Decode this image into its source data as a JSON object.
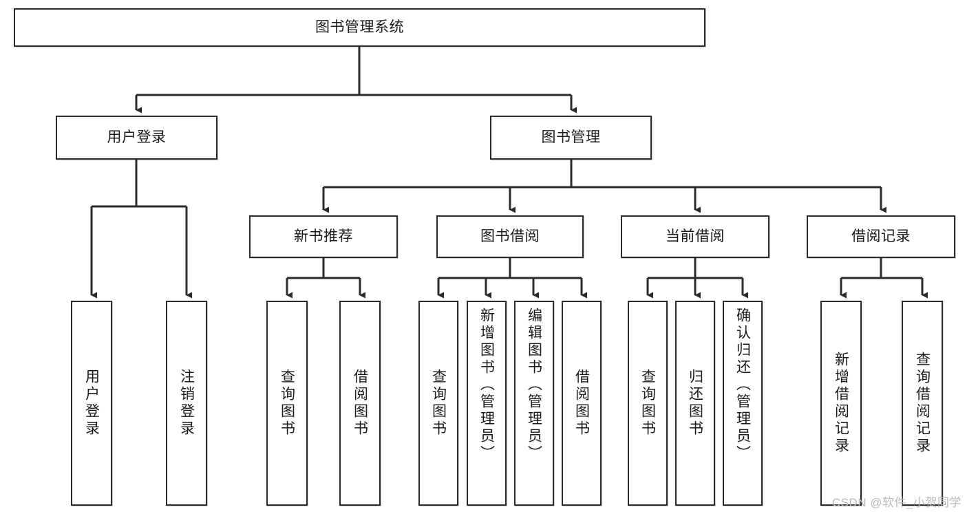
{
  "diagram": {
    "title": "图书管理系统",
    "type": "tree",
    "colors": {
      "box_border": "#2b2b2b",
      "box_fill": "#ffffff",
      "line": "#2b2b2b",
      "text": "#1a1a1a",
      "watermark": "#b9b9b9"
    },
    "watermark": "CSDN @软件_小贺同学",
    "levels": {
      "root": {
        "label": "图书管理系统"
      },
      "level2": [
        {
          "label": "用户登录"
        },
        {
          "label": "图书管理"
        }
      ],
      "level3": [
        {
          "label": "新书推荐"
        },
        {
          "label": "图书借阅"
        },
        {
          "label": "当前借阅"
        },
        {
          "label": "借阅记录"
        }
      ],
      "level4": [
        {
          "label": "用户登录"
        },
        {
          "label": "注销登录"
        },
        {
          "label": "查询图书"
        },
        {
          "label": "借阅图书"
        },
        {
          "label": "查询图书"
        },
        {
          "label": "新增图书（管理员）"
        },
        {
          "label": "编辑图书（管理员）"
        },
        {
          "label": "借阅图书"
        },
        {
          "label": "查询图书"
        },
        {
          "label": "归还图书"
        },
        {
          "label": "确认归还（管理员）"
        },
        {
          "label": "新增借阅记录"
        },
        {
          "label": "查询借阅记录"
        }
      ]
    },
    "edges": [
      {
        "from": "图书管理系统",
        "to": "用户登录"
      },
      {
        "from": "图书管理系统",
        "to": "图书管理"
      },
      {
        "from": "用户登录",
        "to": "用户登录"
      },
      {
        "from": "用户登录",
        "to": "注销登录"
      },
      {
        "from": "图书管理",
        "to": "新书推荐"
      },
      {
        "from": "图书管理",
        "to": "图书借阅"
      },
      {
        "from": "图书管理",
        "to": "当前借阅"
      },
      {
        "from": "图书管理",
        "to": "借阅记录"
      },
      {
        "from": "新书推荐",
        "to": "查询图书"
      },
      {
        "from": "新书推荐",
        "to": "借阅图书"
      },
      {
        "from": "图书借阅",
        "to": "查询图书"
      },
      {
        "from": "图书借阅",
        "to": "新增图书（管理员）"
      },
      {
        "from": "图书借阅",
        "to": "编辑图书（管理员）"
      },
      {
        "from": "图书借阅",
        "to": "借阅图书"
      },
      {
        "from": "当前借阅",
        "to": "查询图书"
      },
      {
        "from": "当前借阅",
        "to": "归还图书"
      },
      {
        "from": "当前借阅",
        "to": "确认归还（管理员）"
      },
      {
        "from": "借阅记录",
        "to": "新增借阅记录"
      },
      {
        "from": "借阅记录",
        "to": "查询借阅记录"
      }
    ]
  }
}
